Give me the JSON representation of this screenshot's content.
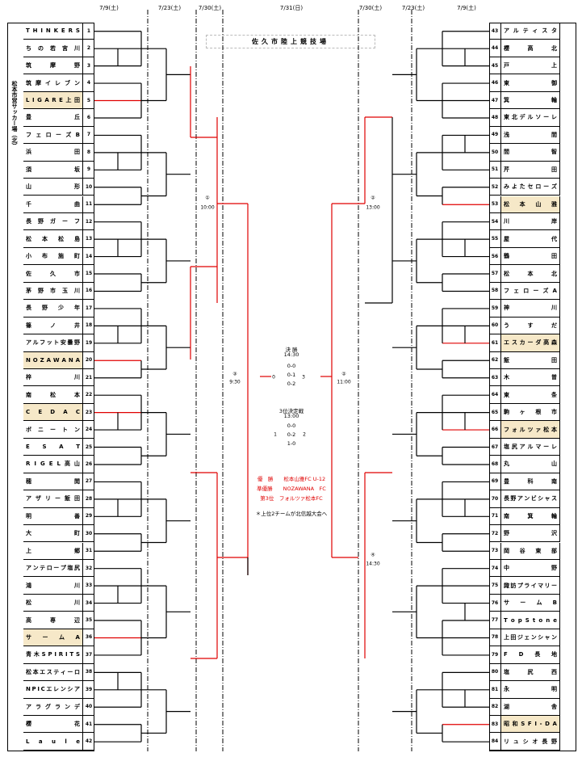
{
  "title": "佐久市陸上競技場",
  "dates": {
    "left": [
      "7/9(土)",
      "7/23(土)",
      "7/30(土)"
    ],
    "center": "7/31(日)",
    "right": [
      "7/30(土)",
      "7/23(土)",
      "7/9(土)"
    ]
  },
  "venue_left": "松本市営サッカー場（北）",
  "teams_left": [
    {
      "no": "1",
      "name": "THINKERS"
    },
    {
      "no": "2",
      "name": "ちの若宮川"
    },
    {
      "no": "3",
      "name": "筑摩野"
    },
    {
      "no": "4",
      "name": "筑摩イレブン"
    },
    {
      "no": "5",
      "name": "LIGARE上田",
      "hl": true
    },
    {
      "no": "6",
      "name": "豊丘"
    },
    {
      "no": "7",
      "name": "フェローズB"
    },
    {
      "no": "8",
      "name": "浜田"
    },
    {
      "no": "9",
      "name": "須坂"
    },
    {
      "no": "10",
      "name": "山形"
    },
    {
      "no": "11",
      "name": "千曲"
    },
    {
      "no": "12",
      "name": "長野ガーフ"
    },
    {
      "no": "13",
      "name": "松本松島"
    },
    {
      "no": "14",
      "name": "小布施町"
    },
    {
      "no": "15",
      "name": "佐久市"
    },
    {
      "no": "16",
      "name": "茅野市玉川"
    },
    {
      "no": "17",
      "name": "長野少年"
    },
    {
      "no": "18",
      "name": "篠ノ井"
    },
    {
      "no": "19",
      "name": "アルフット安曇野"
    },
    {
      "no": "20",
      "name": "NOZAWANA",
      "hl": true
    },
    {
      "no": "21",
      "name": "梓川"
    },
    {
      "no": "22",
      "name": "南松本"
    },
    {
      "no": "23",
      "name": "CEDAC",
      "hl": true
    },
    {
      "no": "24",
      "name": "ボニートン"
    },
    {
      "no": "25",
      "name": "ESAT"
    },
    {
      "no": "26",
      "name": "RIGEL高山"
    },
    {
      "no": "27",
      "name": "穂閲"
    },
    {
      "no": "28",
      "name": "アザリー飯田"
    },
    {
      "no": "29",
      "name": "明善"
    },
    {
      "no": "30",
      "name": "大町"
    },
    {
      "no": "31",
      "name": "上郷"
    },
    {
      "no": "32",
      "name": "アンテロープ塩尻"
    },
    {
      "no": "33",
      "name": "鴻川"
    },
    {
      "no": "34",
      "name": "松川"
    },
    {
      "no": "35",
      "name": "高専辺"
    },
    {
      "no": "36",
      "name": "サームA",
      "hl": true
    },
    {
      "no": "37",
      "name": "青木SPIRITS"
    },
    {
      "no": "38",
      "name": "松本エスティーロ"
    },
    {
      "no": "39",
      "name": "NPICエレンシア"
    },
    {
      "no": "40",
      "name": "アラグランデ"
    },
    {
      "no": "41",
      "name": "櫻花"
    },
    {
      "no": "42",
      "name": "Laule"
    }
  ],
  "teams_right": [
    {
      "no": "43",
      "name": "アルティスタ"
    },
    {
      "no": "44",
      "name": "櫻高北"
    },
    {
      "no": "45",
      "name": "戸上"
    },
    {
      "no": "46",
      "name": "東御"
    },
    {
      "no": "47",
      "name": "箕輪"
    },
    {
      "no": "48",
      "name": "東北デルソーレ"
    },
    {
      "no": "49",
      "name": "浅間"
    },
    {
      "no": "50",
      "name": "間智"
    },
    {
      "no": "51",
      "name": "芹田"
    },
    {
      "no": "52",
      "name": "みよたセローズ"
    },
    {
      "no": "53",
      "name": "松本山雅",
      "hl": true
    },
    {
      "no": "54",
      "name": "川岸"
    },
    {
      "no": "55",
      "name": "屋代"
    },
    {
      "no": "56",
      "name": "鶴田"
    },
    {
      "no": "57",
      "name": "松本北"
    },
    {
      "no": "58",
      "name": "フェローズA"
    },
    {
      "no": "59",
      "name": "神川"
    },
    {
      "no": "60",
      "name": "うすだ"
    },
    {
      "no": "61",
      "name": "エスカーダ高森",
      "hl": true
    },
    {
      "no": "62",
      "name": "飯田"
    },
    {
      "no": "63",
      "name": "木曽"
    },
    {
      "no": "64",
      "name": "東条"
    },
    {
      "no": "65",
      "name": "駒ヶ根市"
    },
    {
      "no": "66",
      "name": "フォルツァ松本",
      "hl": true
    },
    {
      "no": "67",
      "name": "塩尻アルマーレ"
    },
    {
      "no": "68",
      "name": "丸山"
    },
    {
      "no": "69",
      "name": "豊科南"
    },
    {
      "no": "70",
      "name": "長野アンビシャス"
    },
    {
      "no": "71",
      "name": "南箕輪"
    },
    {
      "no": "72",
      "name": "野沢"
    },
    {
      "no": "73",
      "name": "岡谷東部"
    },
    {
      "no": "74",
      "name": "中野"
    },
    {
      "no": "75",
      "name": "諏訪プライマリー"
    },
    {
      "no": "76",
      "name": "サームB"
    },
    {
      "no": "77",
      "name": "TopStone"
    },
    {
      "no": "78",
      "name": "上田ジェンシャン"
    },
    {
      "no": "79",
      "name": "FD長地"
    },
    {
      "no": "80",
      "name": "塩尻西"
    },
    {
      "no": "81",
      "name": "永明"
    },
    {
      "no": "82",
      "name": "湖舎"
    },
    {
      "no": "83",
      "name": "昭和SFI-DA",
      "hl": true
    },
    {
      "no": "84",
      "name": "リュシオ長野"
    }
  ],
  "semis": {
    "m1": {
      "mark": "①",
      "time": "10:00"
    },
    "m2": {
      "mark": "②",
      "time": "13:00"
    },
    "m3": {
      "mark": "③",
      "time": "9:30"
    },
    "m4": {
      "mark": "②",
      "time": "11:00"
    },
    "m5": {
      "mark": "④",
      "time": "14:30"
    }
  },
  "final": {
    "label": "決 勝",
    "time": "14:30",
    "left_score": "0",
    "right_score": "3",
    "pk": [
      "0-0",
      "0-1",
      "0-2"
    ]
  },
  "third": {
    "label": "3位決定戦",
    "time": "13:00",
    "left_score": "1",
    "right_score": "2",
    "pk": [
      "0-0",
      "0-2",
      "1-0"
    ]
  },
  "results": {
    "winner": "優　勝　　松本山雅FC U-12",
    "runner": "準優勝　　NOZAWANA　FC",
    "third": "第3位　フォルツァ松本FC",
    "note": "＊上位2チームが北信越大会へ"
  },
  "colors": {
    "win": "#e00000",
    "highlight": "#f6e8c8"
  }
}
